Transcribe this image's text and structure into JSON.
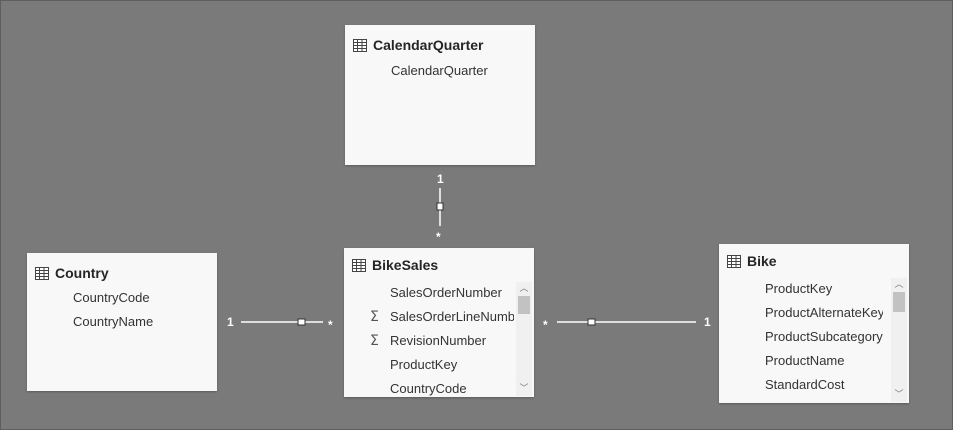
{
  "tables": {
    "calendar_quarter": {
      "title": "CalendarQuarter",
      "fields": [
        "CalendarQuarter"
      ]
    },
    "country": {
      "title": "Country",
      "fields": [
        "CountryCode",
        "CountryName"
      ]
    },
    "bike_sales": {
      "title": "BikeSales",
      "fields": [
        "SalesOrderNumber",
        "SalesOrderLineNumb",
        "RevisionNumber",
        "ProductKey",
        "CountryCode"
      ],
      "sigma": "Σ"
    },
    "bike": {
      "title": "Bike",
      "fields": [
        "ProductKey",
        "ProductAlternateKey",
        "ProductSubcategory",
        "ProductName",
        "StandardCost"
      ]
    }
  },
  "relationships": {
    "calendar_to_sales": {
      "one": "1",
      "many": "*"
    },
    "country_to_sales": {
      "one": "1",
      "many": "*"
    },
    "sales_to_bike": {
      "many": "*",
      "one": "1"
    }
  },
  "scroll": {
    "up": "︿",
    "down": "﹀"
  },
  "colors": {
    "canvas": "#7a7a7a",
    "card": "#f8f8f8",
    "line": "#ffffff"
  }
}
